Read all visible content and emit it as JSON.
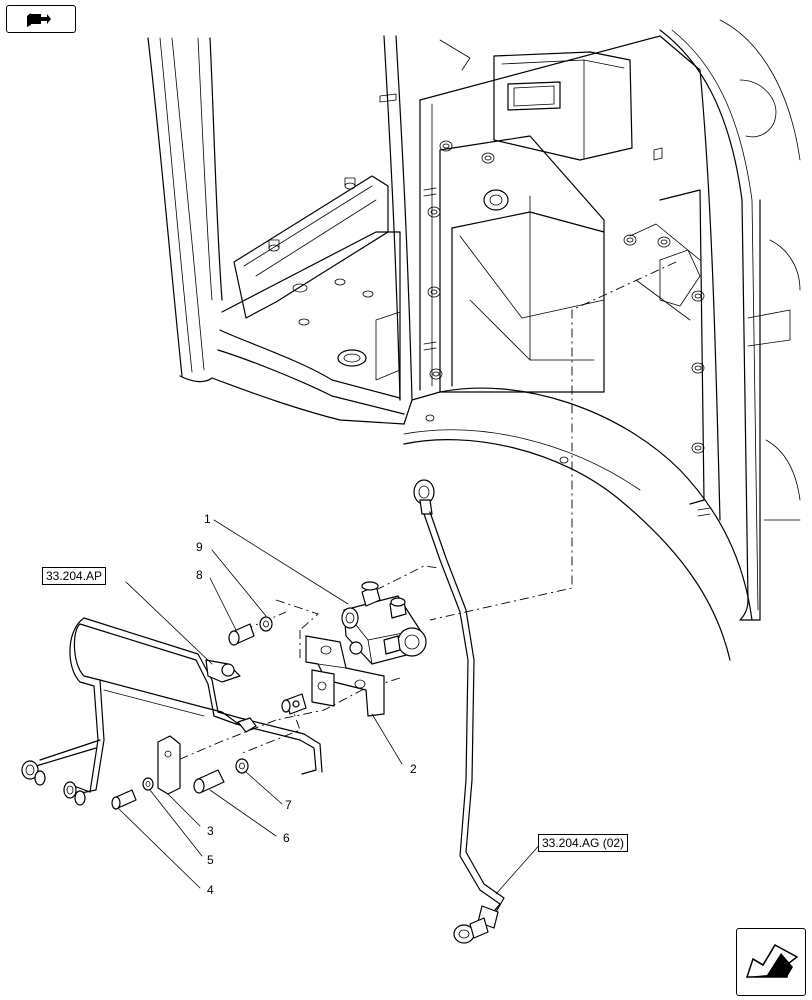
{
  "callouts": [
    "1",
    "2",
    "3",
    "4",
    "5",
    "6",
    "7",
    "8",
    "9"
  ],
  "references": {
    "ref_ap": "33.204.AP",
    "ref_ag": "33.204.AG (02)"
  },
  "icons": {
    "top_left": "book-arrow-icon",
    "bottom_right": "next-page-arrow-icon"
  }
}
